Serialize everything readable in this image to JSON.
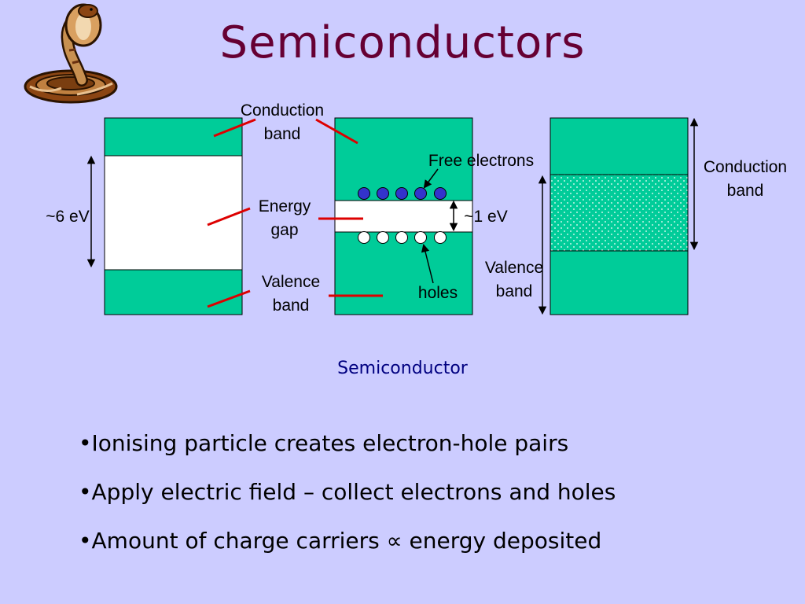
{
  "slide": {
    "title": "Semiconductors",
    "caption": "Semiconductor"
  },
  "logo": {
    "icon": "cobra-icon"
  },
  "labels": {
    "conduction_band_1": "Conduction",
    "conduction_band_1b": "band",
    "energy_gap": "Energy",
    "energy_gap_b": "gap",
    "valence_band_1": "Valence",
    "valence_band_1b": "band",
    "insulator_gap": "~6 eV",
    "semiconductor_gap": "~1 eV",
    "free_electrons": "Free electrons",
    "holes": "holes",
    "conduction_band_3": "Conduction",
    "conduction_band_3b": "band",
    "valence_band_3": "Valence",
    "valence_band_3b": "band"
  },
  "bullets": [
    "•Ionising particle creates electron-hole pairs",
    "•Apply electric field – collect electrons and holes",
    "•Amount of charge carriers ∝ energy deposited"
  ],
  "colors": {
    "background": "#ccccff",
    "band": "#00cc99",
    "gap": "#ffffff",
    "electron": "#3333cc",
    "pointer": "#dd0000",
    "title": "#660033"
  }
}
